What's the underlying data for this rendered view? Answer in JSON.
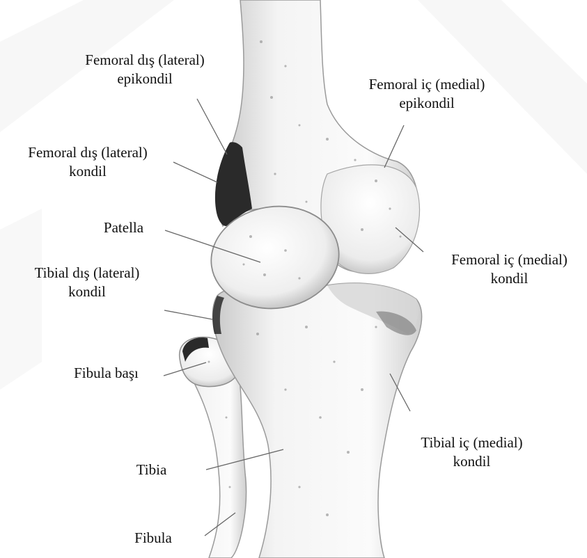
{
  "colors": {
    "bone_light": "#f7f7f7",
    "bone_mid": "#dcdcdc",
    "bone_shadow": "#9a9a9a",
    "cartilage_dark": "#2a2a2a",
    "leader_line": "#666666",
    "label_text": "#111111",
    "watermark": "#f1f1f1"
  },
  "labels": {
    "femoral_lateral_epicondyle": {
      "line1": "Femoral dış (lateral)",
      "line2": "epikondil"
    },
    "femoral_medial_epicondyle": {
      "line1": "Femoral iç (medial)",
      "line2": "epikondil"
    },
    "femoral_lateral_condyle": {
      "line1": "Femoral dış (lateral)",
      "line2": "kondil"
    },
    "patella": {
      "line1": "Patella"
    },
    "femoral_medial_condyle": {
      "line1": "Femoral iç (medial)",
      "line2": "kondil"
    },
    "tibial_lateral_condyle": {
      "line1": "Tibial dış (lateral)",
      "line2": "kondil"
    },
    "fibula_head": {
      "line1": "Fibula başı"
    },
    "tibial_medial_condyle": {
      "line1": "Tibial iç (medial)",
      "line2": "kondil"
    },
    "tibia": {
      "line1": "Tibia"
    },
    "fibula": {
      "line1": "Fibula"
    }
  }
}
